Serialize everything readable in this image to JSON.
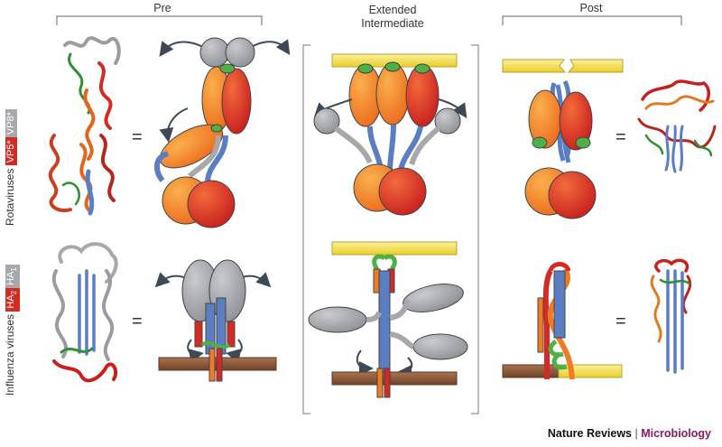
{
  "columns": {
    "pre": "Pre",
    "intermediate_line1": "Extended",
    "intermediate_line2": "Intermediate",
    "post": "Post"
  },
  "rows": {
    "rotavirus": {
      "name": "Rotaviruses",
      "label_a": "VP5*",
      "label_b": "VP8*"
    },
    "influenza": {
      "name": "Influenza viruses",
      "label_a": "HA",
      "label_a_sub": "2",
      "label_b": "HA",
      "label_b_sub": "1"
    }
  },
  "equals_sign": "=",
  "credit": {
    "journal": "Nature Reviews",
    "separator": " | ",
    "section": "Microbiology"
  },
  "colors": {
    "red": "#d42a24",
    "orange": "#ef7b22",
    "gray": "#a6a8ab",
    "blue": "#5b7ec2",
    "green": "#4fb047",
    "yellow": "#f4e44a",
    "brown": "#8c5a3c",
    "microbiology": "#8b1a5c"
  }
}
